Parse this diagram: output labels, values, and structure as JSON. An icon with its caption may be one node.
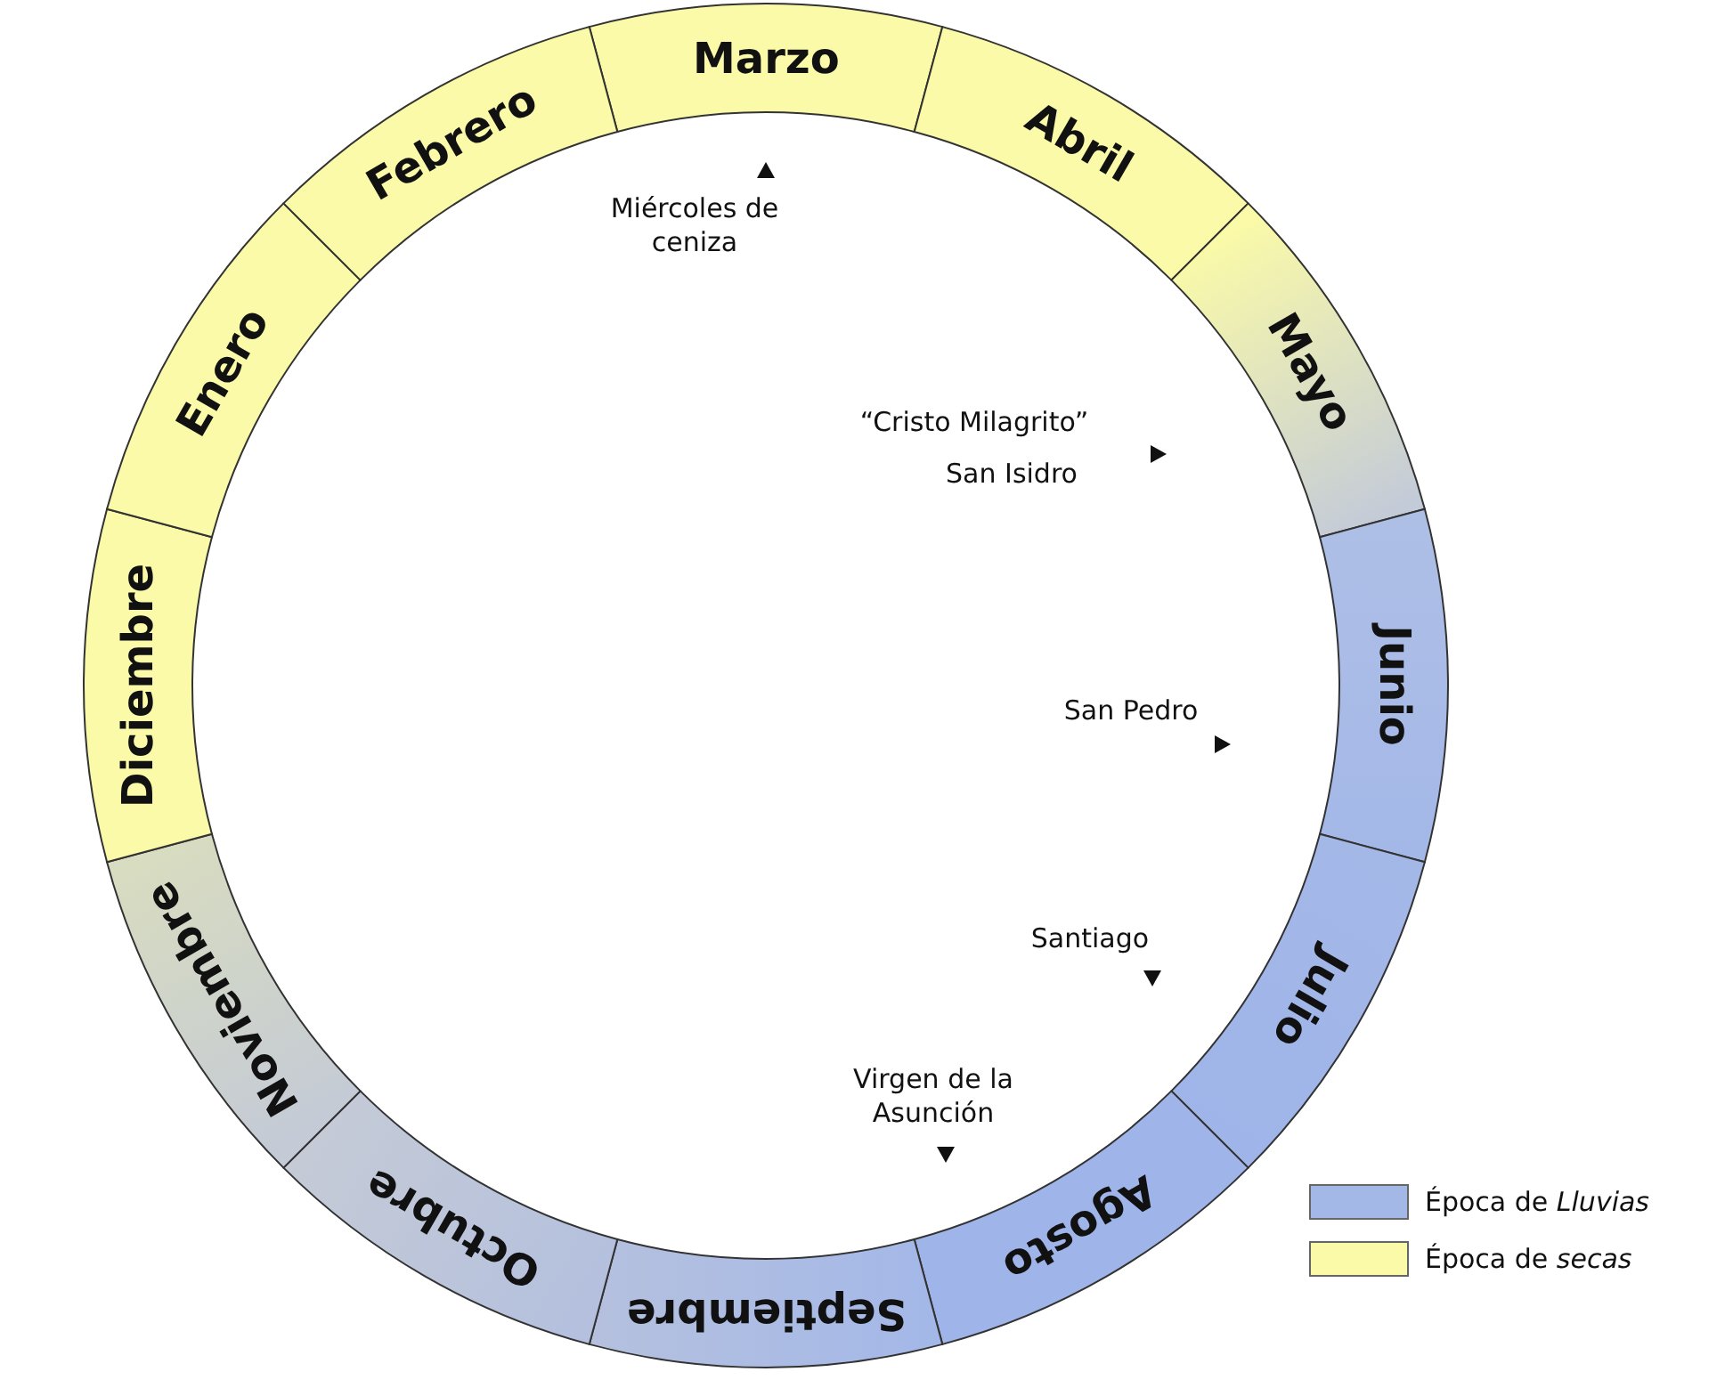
{
  "diagram": {
    "nodes": [
      {
        "text": [
          "Marzo"
        ]
      },
      {
        "text": [
          "Abril"
        ]
      },
      {
        "text": [
          "Mayo"
        ]
      },
      {
        "text": [
          "Junio"
        ]
      },
      {
        "text": [
          "Julio"
        ]
      },
      {
        "text": [
          "Agosto"
        ]
      },
      {
        "text": [
          "Septiembre"
        ]
      },
      {
        "text": [
          "Octubre"
        ]
      },
      {
        "text": [
          "Noviembre"
        ]
      },
      {
        "text": [
          "Diciembre"
        ]
      },
      {
        "text": [
          "Enero"
        ]
      },
      {
        "text": [
          "Febrero"
        ]
      }
    ],
    "labels": [
      "Miércoles de ceniza",
      "“Cristo Milagrito”",
      "San Isidro",
      "San Pedro",
      "Santiago",
      "Virgen de la Asunción"
    ],
    "legend": [
      {
        "text": "Época de *Lluvias*",
        "color": "#a4b8e8"
      },
      {
        "text": "Época de *secas*",
        "color": "#fafaa8"
      }
    ]
  }
}
